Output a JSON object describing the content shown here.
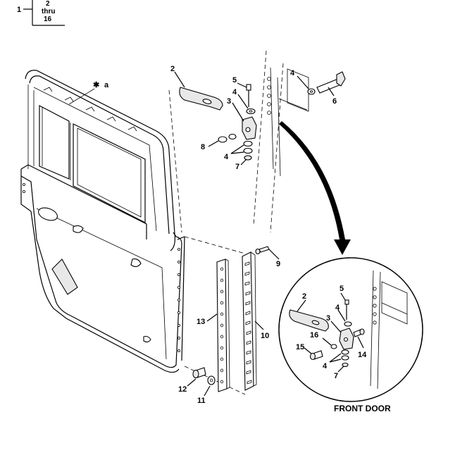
{
  "header_box": {
    "index": "1",
    "range_top": "2",
    "range_mid": "thru",
    "range_bottom": "16"
  },
  "door_note": {
    "star": "✱",
    "letter": "a"
  },
  "callouts": {
    "c2": "2",
    "c3": "3",
    "c4a": "4",
    "c4b": "4",
    "c4c": "4",
    "c5": "5",
    "c6": "6",
    "c7": "7",
    "c8": "8",
    "c9": "9",
    "c10": "10",
    "c11": "11",
    "c12": "12",
    "c13": "13"
  },
  "detail_callouts": {
    "d2": "2",
    "d3": "3",
    "d4a": "4",
    "d4b": "4",
    "d5": "5",
    "d7": "7",
    "d14": "14",
    "d15": "15",
    "d16": "16"
  },
  "detail_caption": "FRONT DOOR"
}
